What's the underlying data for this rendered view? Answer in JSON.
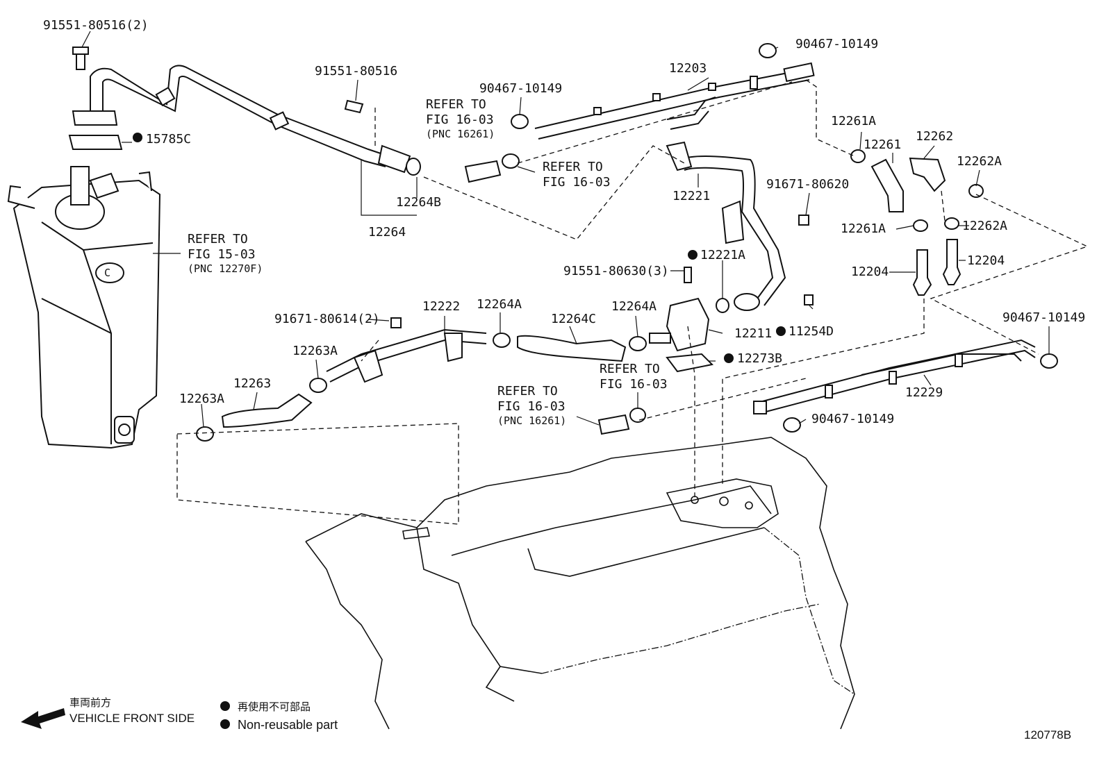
{
  "diagram_id": "120778B",
  "legend": {
    "front_jp": "車両前方",
    "front_en": "VEHICLE FRONT SIDE",
    "nonreuse_jp": "再使用不可部品",
    "nonreuse_en": "Non-reusable part"
  },
  "labels": {
    "bolt_top": "91551-80516(2)",
    "gasket_15785c": "15785C",
    "refer_15_1": "REFER TO",
    "refer_15_2": "FIG 15-03",
    "refer_15_3": "(PNC 12270F)",
    "bolt_91551_80516": "91551-80516",
    "p12264b": "12264B",
    "p12264": "12264",
    "clamp_top_mid": "90467-10149",
    "refer_a1": "REFER TO",
    "refer_a2": "FIG 16-03",
    "refer_a3": "(PNC 16261)",
    "refer_b1": "REFER TO",
    "refer_b2": "FIG 16-03",
    "p12203": "12203",
    "clamp_top_right": "90467-10149",
    "p12221": "12221",
    "bolt_91671_80620": "91671-80620",
    "p12261a_top": "12261A",
    "p12261": "12261",
    "p12262": "12262",
    "p12262a_top": "12262A",
    "p12261a_bot": "12261A",
    "p12262a_bot": "12262A",
    "p12204_left": "12204",
    "p12204_right": "12204",
    "p12221a": "12221A",
    "bolt_91551_80630": "91551-80630(3)",
    "p12211": "12211",
    "p11254d": "11254D",
    "p12273b": "12273B",
    "bolt_91671_80614": "91671-80614(2)",
    "p12222": "12222",
    "p12264a_1": "12264A",
    "p12264c": "12264C",
    "p12264a_2": "12264A",
    "p12263a_1": "12263A",
    "p12263": "12263",
    "p12263a_2": "12263A",
    "refer_c1": "REFER TO",
    "refer_c2": "FIG 16-03",
    "refer_d1": "REFER TO",
    "refer_d2": "FIG 16-03",
    "refer_d3": "(PNC 16261)",
    "clamp_right": "90467-10149",
    "p12229": "12229",
    "clamp_bottom_right": "90467-10149"
  }
}
